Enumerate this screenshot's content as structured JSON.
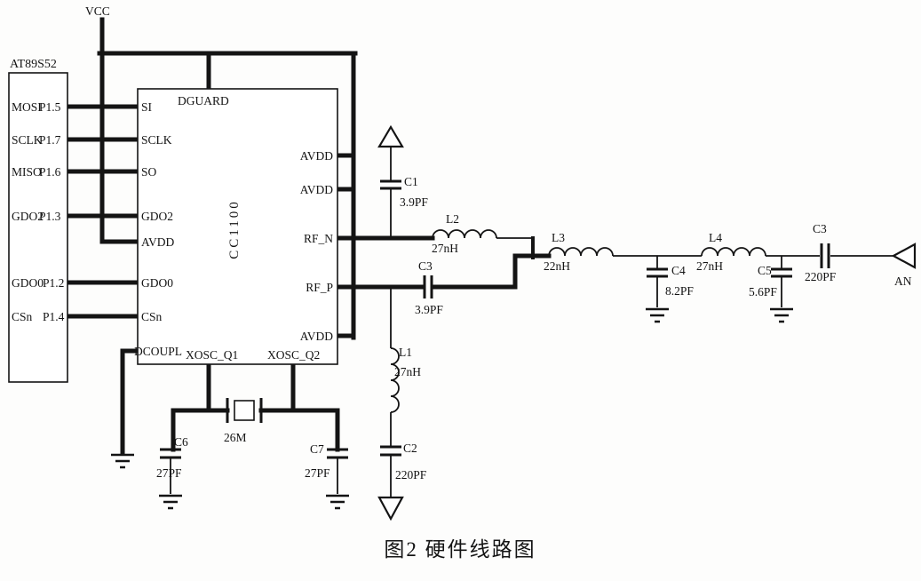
{
  "caption": "图2 硬件线路图",
  "power": {
    "vcc_label": "VCC"
  },
  "mcu": {
    "name": "AT89S52",
    "pins": [
      {
        "signal": "MOSI",
        "port": "P1.5"
      },
      {
        "signal": "SCLK",
        "port": "P1.7"
      },
      {
        "signal": "MISO",
        "port": "P1.6"
      },
      {
        "signal": "GDO2",
        "port": "P1.3"
      },
      {
        "signal": "GDO0",
        "port": "P1.2"
      },
      {
        "signal": "CSn",
        "port": "P1.4"
      }
    ]
  },
  "rf_ic": {
    "name": "CC1100",
    "pins_left": [
      "SI",
      "SCLK",
      "SO",
      "GDO2",
      "AVDD",
      "GDO0",
      "CSn",
      "DCOUPL"
    ],
    "pin_top": "DGUARD",
    "pins_right": [
      "AVDD",
      "AVDD",
      "RF_N",
      "RF_P",
      "AVDD"
    ],
    "pins_bottom": [
      "XOSC_Q1",
      "XOSC_Q2"
    ]
  },
  "components": {
    "c1": {
      "ref": "C1",
      "value": "3.9PF"
    },
    "l2": {
      "ref": "L2",
      "value": "27nH"
    },
    "c3_balun": {
      "ref": "C3",
      "value": "3.9PF"
    },
    "l3": {
      "ref": "L3",
      "value": "22nH"
    },
    "c4": {
      "ref": "C4",
      "value": "8.2PF"
    },
    "l4": {
      "ref": "L4",
      "value": "27nH"
    },
    "c5": {
      "ref": "C5",
      "value": "5.6PF"
    },
    "c3_ant": {
      "ref": "C3",
      "value": "220PF"
    },
    "l1": {
      "ref": "L1",
      "value": "27nH"
    },
    "c2": {
      "ref": "C2",
      "value": "220PF"
    },
    "crystal": {
      "ref": "26M"
    },
    "c6": {
      "ref": "C6",
      "value": "27PF"
    },
    "c7": {
      "ref": "C7",
      "value": "27PF"
    },
    "antenna": {
      "label": "AN"
    }
  }
}
